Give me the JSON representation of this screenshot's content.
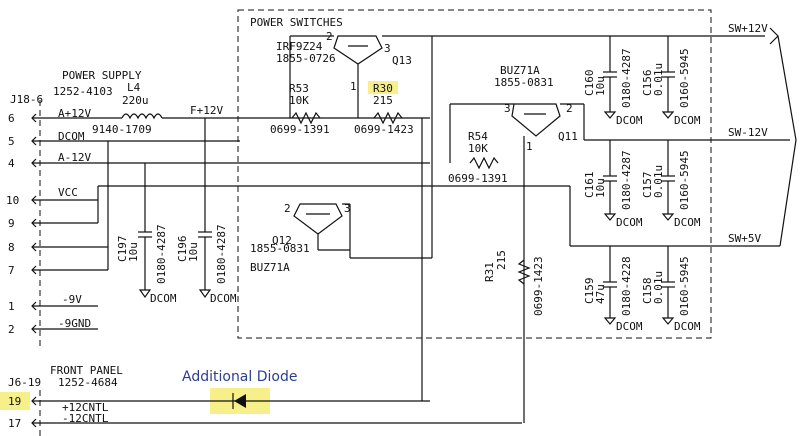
{
  "box_title": "POWER SWITCHES",
  "power_supply": {
    "title": "POWER SUPPLY",
    "connector": "J18-6",
    "part": "1252-4103"
  },
  "front_panel": {
    "title": "FRONT PANEL",
    "connector": "J6-19",
    "part": "1252-4684"
  },
  "pins_left": [
    {
      "num": "6",
      "label": "A+12V"
    },
    {
      "num": "5",
      "label": "DCOM"
    },
    {
      "num": "4",
      "label": "A-12V"
    },
    {
      "num": "10",
      "label": "VCC"
    },
    {
      "num": "9",
      "label": ""
    },
    {
      "num": "8",
      "label": ""
    },
    {
      "num": "7",
      "label": ""
    },
    {
      "num": "1",
      "label": "-9V"
    },
    {
      "num": "2",
      "label": "-9GND"
    },
    {
      "num": "19",
      "label": "+12CNTL"
    },
    {
      "num": "17",
      "label": "-12CNTL"
    }
  ],
  "outputs": [
    "SW+12V",
    "SW-12V",
    "SW+5V"
  ],
  "node_f12": "F+12V",
  "inductor": {
    "ref": "L4",
    "value": "220u",
    "part": "9140-1709"
  },
  "resistors": [
    {
      "ref": "R53",
      "value": "10K",
      "part": "0699-1391"
    },
    {
      "ref": "R30",
      "value": "215",
      "part": "0699-1423"
    },
    {
      "ref": "R54",
      "value": "10K",
      "part": "0699-1391"
    },
    {
      "ref": "R31",
      "value": "215",
      "part": "0699-1423"
    }
  ],
  "transistors": [
    {
      "ref": "Q13",
      "type": "IRF9Z24",
      "part": "1855-0726"
    },
    {
      "ref": "Q11",
      "type": "BUZ71A",
      "part": "1855-0831"
    },
    {
      "ref": "Q12",
      "type": "BUZ71A",
      "part": "1855-0831"
    }
  ],
  "capacitors": [
    {
      "ref": "C197",
      "value": "10u",
      "part": "0180-4287"
    },
    {
      "ref": "C196",
      "value": "10u",
      "part": "0180-4287"
    },
    {
      "ref": "C160",
      "value": "10u",
      "part": "0180-4287"
    },
    {
      "ref": "C156",
      "value": "0.01u",
      "part": "0160-5945"
    },
    {
      "ref": "C161",
      "value": "10u",
      "part": "0180-4287"
    },
    {
      "ref": "C157",
      "value": "0.01u",
      "part": "0160-5945"
    },
    {
      "ref": "C159",
      "value": "47u",
      "part": "0180-4228"
    },
    {
      "ref": "C158",
      "value": "0.01u",
      "part": "0160-5945"
    }
  ],
  "ground_label": "DCOM",
  "pin_numbers": {
    "q_left": "2",
    "q_right": "3",
    "q_bottom": "1"
  },
  "annotation": "Additional Diode"
}
